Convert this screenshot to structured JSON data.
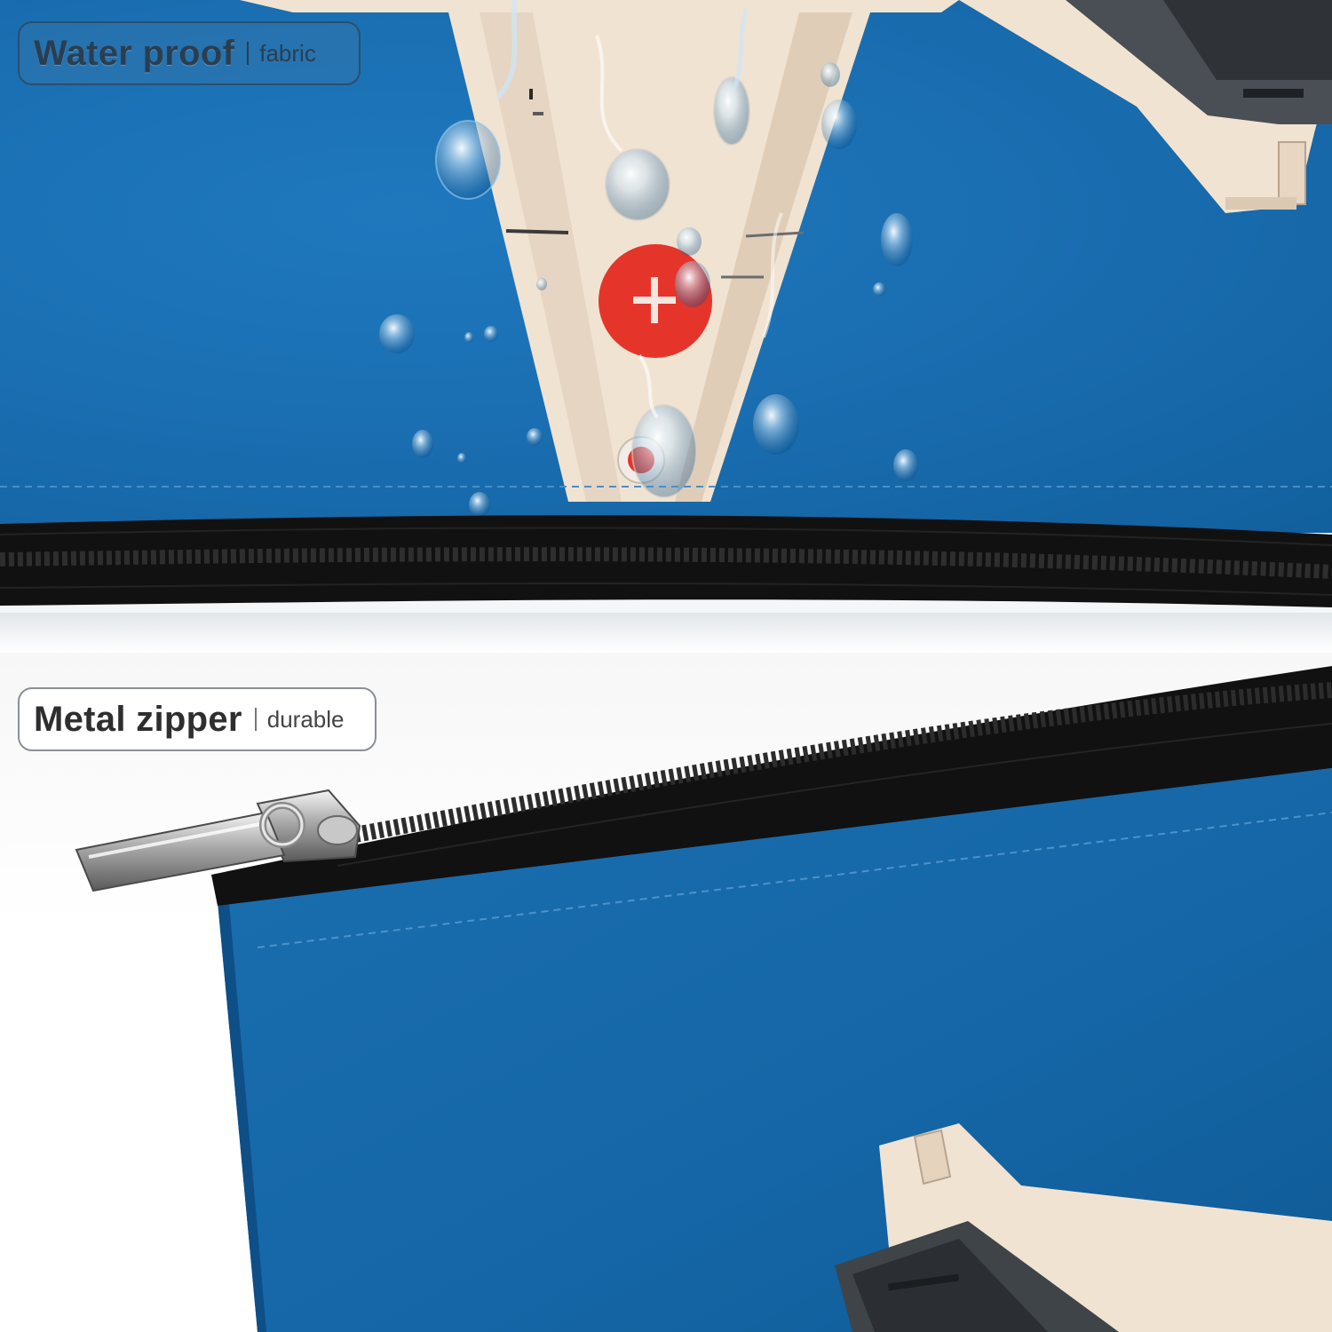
{
  "features": [
    {
      "title": "Water proof",
      "subtitle": "fabric"
    },
    {
      "title": "Metal zipper",
      "subtitle": "durable"
    }
  ],
  "colors": {
    "fabric": "#1a6fb2",
    "aircraft": "#f1e3d2",
    "roundel": "#e5352a",
    "zipper": "#111111"
  },
  "icons": [
    "water-drop-icon",
    "zipper-pull-icon"
  ]
}
